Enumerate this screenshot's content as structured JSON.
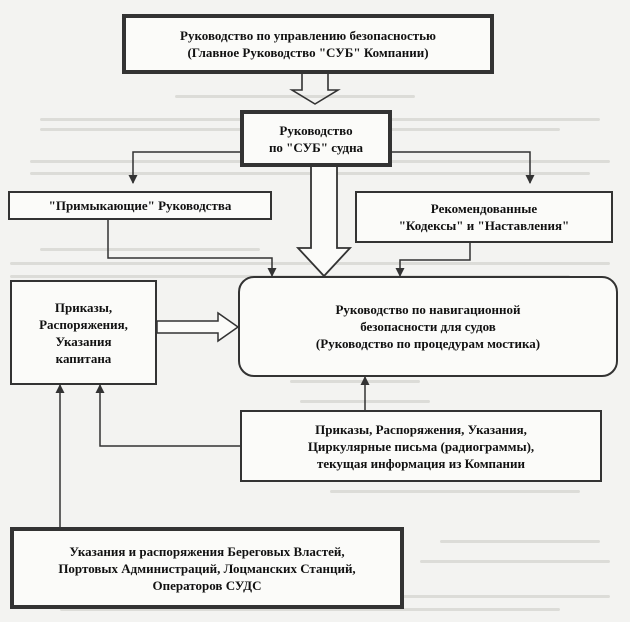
{
  "diagram": {
    "nodes": {
      "top": "Руководство  по управлению безопасностью\n(Главное Руководство \"СУБ\" Компании)",
      "ship": "Руководство\nпо  \"СУБ\" судна",
      "adjoining": "\"Примыкающие\" Руководства",
      "recommended": "Рекомендованные\n\"Кодексы\"  и  \"Наставления\"",
      "captain": "Приказы,\nРаспоряжения,\nУказания\nкапитана",
      "navigation": "Руководство  по  навигационной\nбезопасности для судов\n(Руководство по процедурам мостика)",
      "company_orders": "Приказы, Распоряжения, Указания,\nЦиркулярные письма (радиограммы),\nтекущая информация из Компании",
      "authorities": "Указания и распоряжения Береговых Властей,\nПортовых Администраций, Лоцманских Станций,\nОператоров СУДС"
    },
    "colors": {
      "line": "#333333",
      "background": "#f3f3f1",
      "box": "#fbfbf9"
    }
  }
}
